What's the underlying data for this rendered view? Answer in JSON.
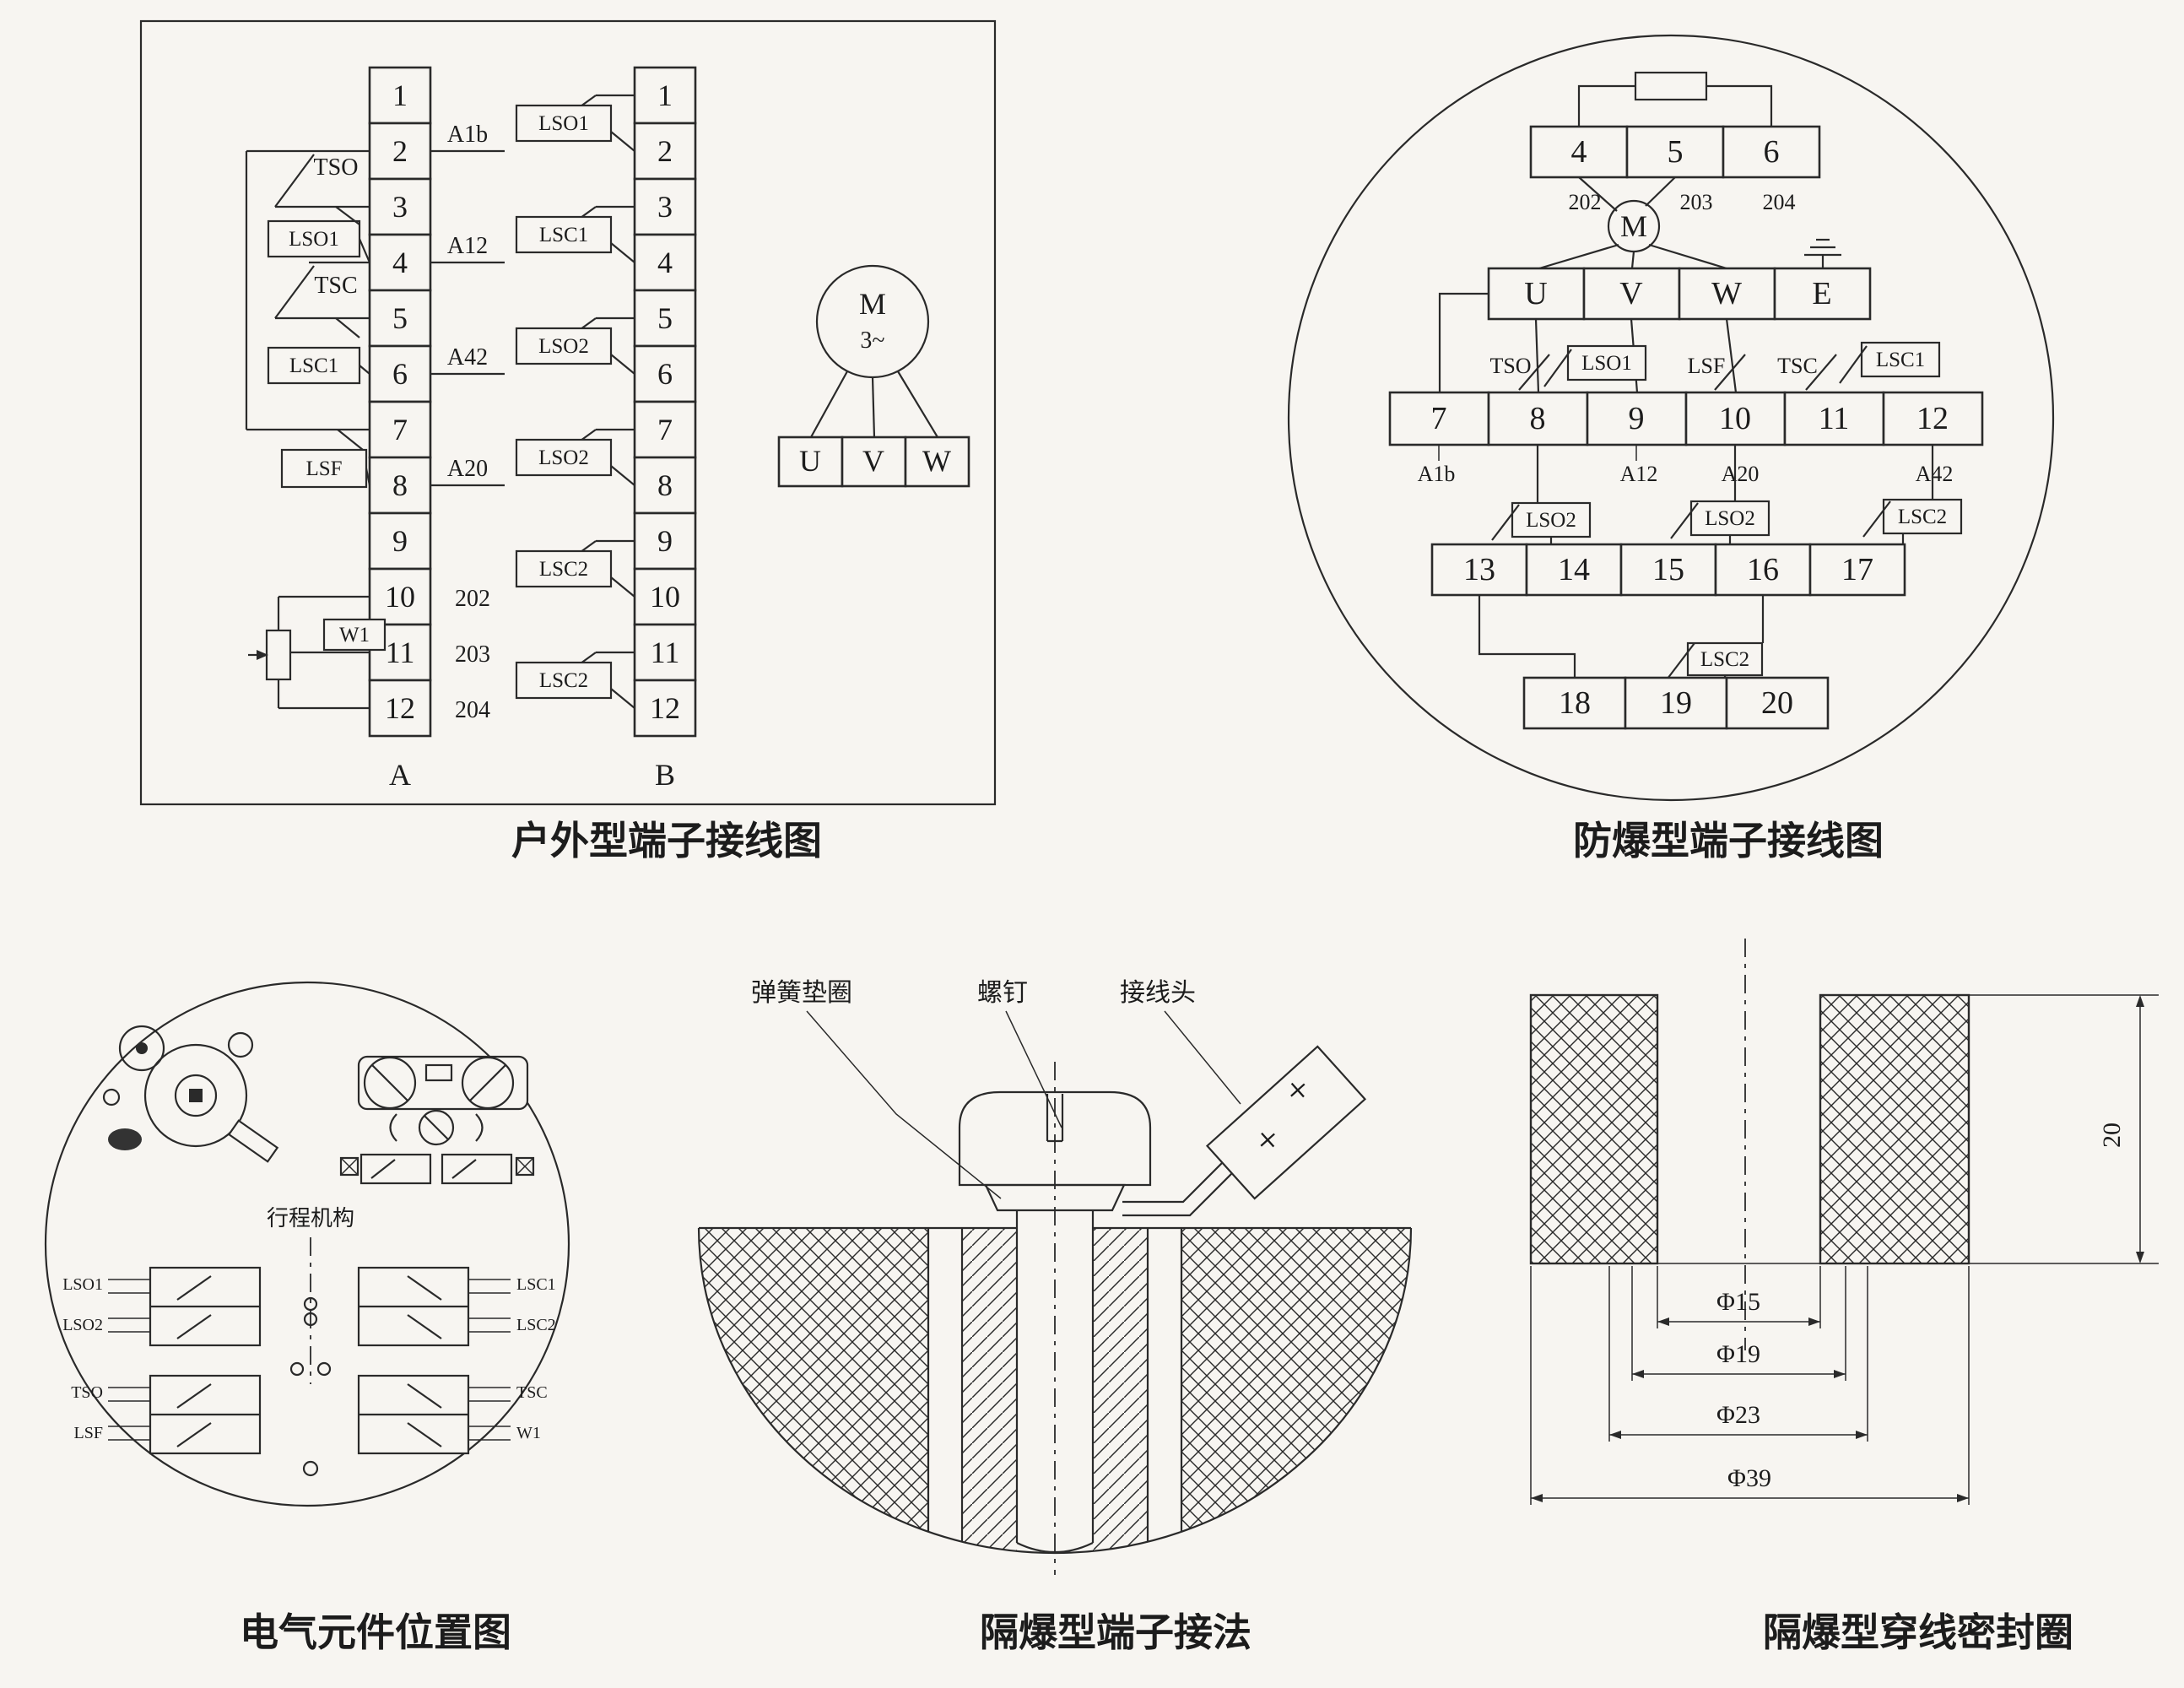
{
  "page": {
    "background": "#f7f5f1",
    "ink": "#2a2a2a"
  },
  "outdoor": {
    "caption": "户外型端子接线图",
    "strip_a_label": "A",
    "strip_b_label": "B",
    "terminals": [
      "1",
      "2",
      "3",
      "4",
      "5",
      "6",
      "7",
      "8",
      "9",
      "10",
      "11",
      "12"
    ],
    "left_components": {
      "tso": "TSO",
      "lso1": "LSO1",
      "tsc": "TSC",
      "lsc1": "LSC1",
      "lsf": "LSF",
      "w1": "W1"
    },
    "wire_labels": [
      "A1b",
      "A12",
      "A42",
      "A20",
      "202",
      "203",
      "204"
    ],
    "b_switches": [
      "LSO1",
      "LSC1",
      "LSO2",
      "LSO2",
      "LSC2",
      "LSC2"
    ],
    "motor": {
      "symbol": "M",
      "phase": "3~",
      "terminals": [
        "U",
        "V",
        "W"
      ]
    }
  },
  "expproof": {
    "caption": "防爆型端子接线图",
    "row_top": [
      "4",
      "5",
      "6"
    ],
    "row_top_labels": [
      "202",
      "203",
      "204"
    ],
    "motor_symbol": "M",
    "row_uvwe": [
      "U",
      "V",
      "W",
      "E"
    ],
    "switches_1": [
      "TSO",
      "LSO1",
      "LSF",
      "TSC",
      "LSC1"
    ],
    "row_7_12": [
      "7",
      "8",
      "9",
      "10",
      "11",
      "12"
    ],
    "wire_labels": [
      "A1b",
      "A12",
      "A20",
      "A42"
    ],
    "switches_2": [
      "LSO2",
      "LSO2",
      "LSC2"
    ],
    "row_13_17": [
      "13",
      "14",
      "15",
      "16",
      "17"
    ],
    "switches_3": [
      "LSC2"
    ],
    "row_18_20": [
      "18",
      "19",
      "20"
    ]
  },
  "components": {
    "caption": "电气元件位置图",
    "mechanism_label": "行程机构",
    "group_labels": {
      "g1": [
        "LSO1",
        "LSO2"
      ],
      "g2": [
        "LSC1",
        "LSC2"
      ],
      "g3": [
        "TSO",
        "LSF"
      ],
      "g4": [
        "TSC",
        "W1"
      ]
    }
  },
  "terminal_method": {
    "caption": "隔爆型端子接法",
    "callout_washer": "弹簧垫圈",
    "callout_screw": "螺钉",
    "callout_lug": "接线头",
    "cross_marks": [
      "+",
      "+"
    ]
  },
  "seal": {
    "caption": "隔爆型穿线密封圈",
    "dim_phi15": "Φ15",
    "dim_phi19": "Φ19",
    "dim_phi23": "Φ23",
    "dim_phi39": "Φ39",
    "dim_height": "20"
  }
}
